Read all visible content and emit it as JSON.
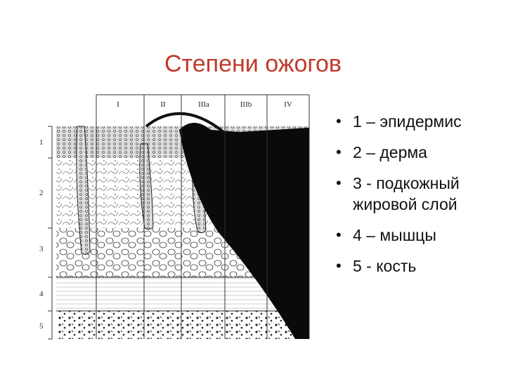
{
  "slide": {
    "title": "Степени ожогов",
    "title_color": "#c0392b"
  },
  "diagram": {
    "degree_labels": [
      "I",
      "II",
      "IIIa",
      "IIIb",
      "IV"
    ],
    "layer_numbers": [
      "1",
      "2",
      "3",
      "4",
      "5"
    ]
  },
  "legend": {
    "items": [
      "1 – эпидермис",
      "2 – дерма",
      "3 - подкожный жировой слой",
      "4 – мышцы",
      "5 - кость"
    ]
  }
}
